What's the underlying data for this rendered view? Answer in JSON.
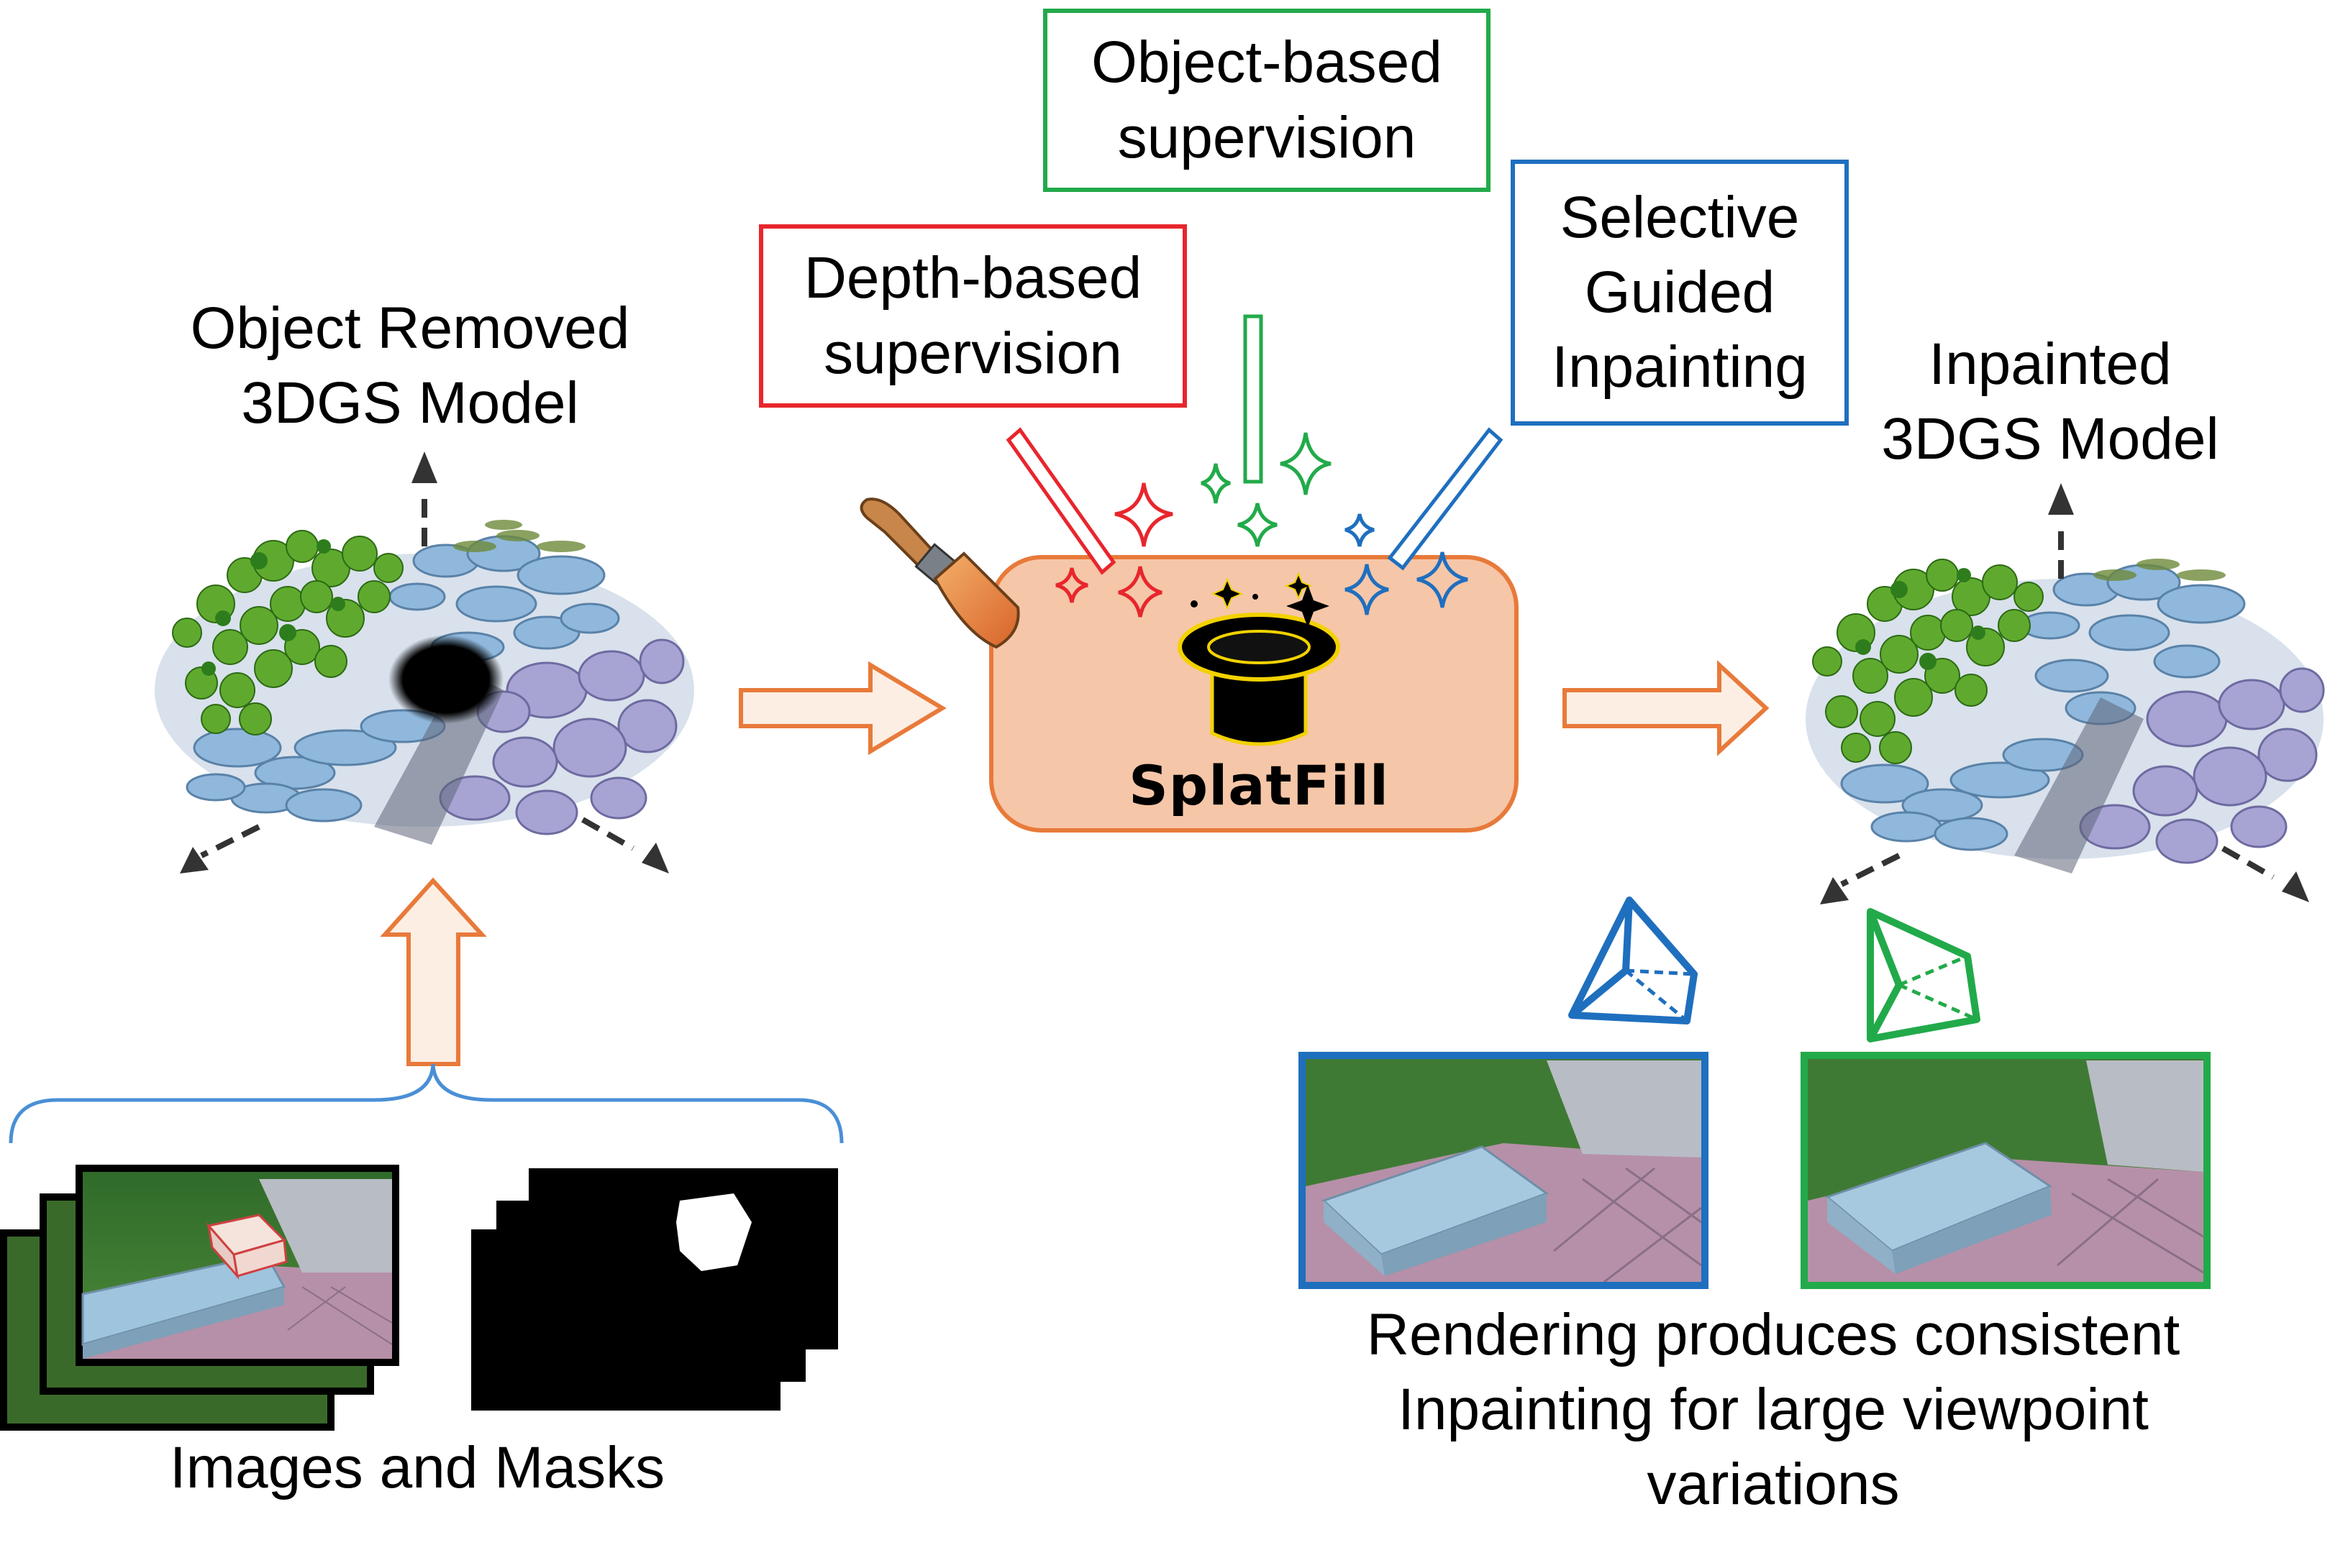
{
  "labels": {
    "removed_model": "Object Removed\n3DGS Model",
    "inpainted_model": "Inpainted\n3DGS Model",
    "images_masks": "Images and Masks",
    "caption": "Rendering produces consistent\nInpainting for large viewpoint\nvariations",
    "center_title": "SplatFill"
  },
  "boxes": {
    "depth": {
      "text": "Depth-based\nsupervision",
      "color": "#e8262c"
    },
    "object": {
      "text": "Object-based\nsupervision",
      "color": "#22aa4a"
    },
    "selective": {
      "text": "Selective\nGuided\nInpainting",
      "color": "#1f6fbf"
    }
  },
  "colors": {
    "arrow_orange": "#e87a3a",
    "center_fill": "#f6c6a8",
    "brace_blue": "#4a8fd6",
    "axis_gray": "#333333"
  }
}
